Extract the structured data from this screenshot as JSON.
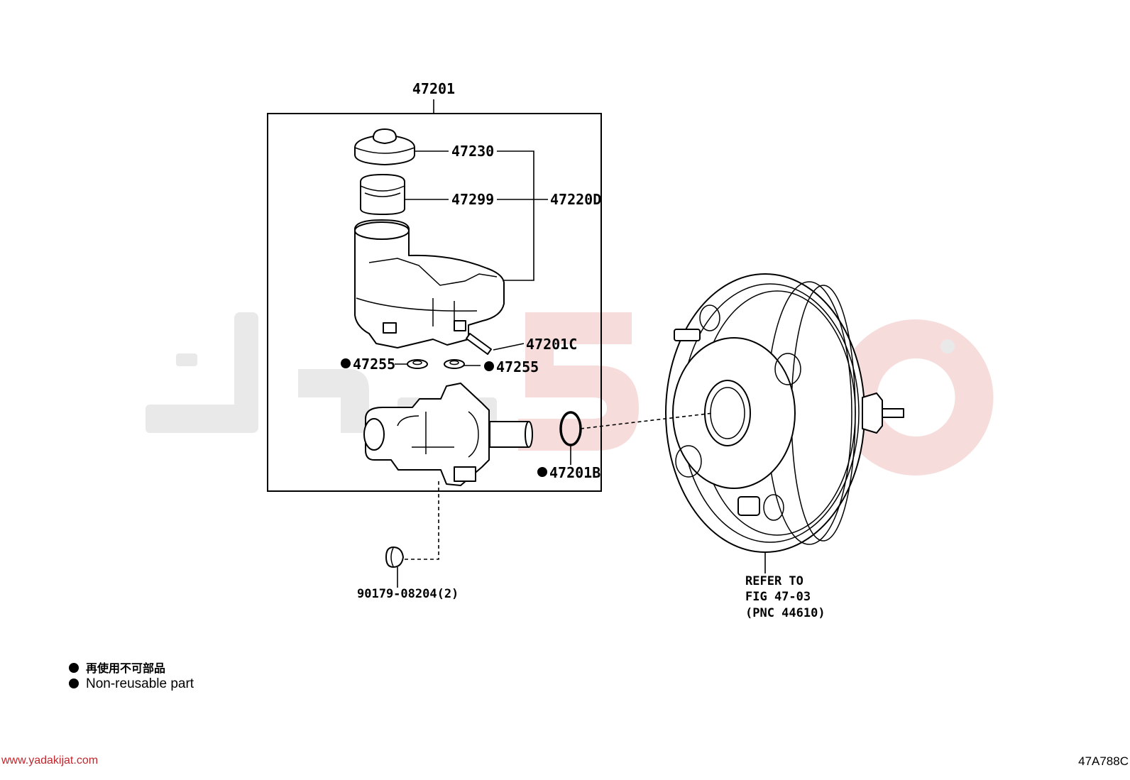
{
  "parts": {
    "assembly": "47201",
    "cap": "47230",
    "strainer": "47299",
    "reservoir_assy": "47220D",
    "pin": "47201C",
    "grommet_left": "47255",
    "grommet_right": "47255",
    "o_ring": "47201B",
    "nut": "90179-08204(2)"
  },
  "refer": {
    "line1": "REFER TO",
    "line2": "FIG 47-03",
    "line3": "(PNC 44610)"
  },
  "legend": {
    "jp": "再使用不可部品",
    "en": "Non-reusable part"
  },
  "footer": {
    "url": "www.yadakijat.com",
    "code": "47A788C"
  },
  "colors": {
    "watermark_gray": "#e9e9e9",
    "watermark_red": "#f7dcdc",
    "url_red": "#c0272d"
  }
}
